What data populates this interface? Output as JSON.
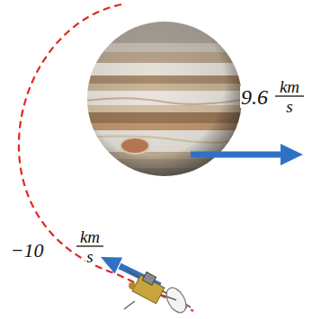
{
  "diagram": {
    "labels": [
      "9.6",
      "km",
      "s",
      "−10",
      "km",
      "s"
    ]
  }
}
